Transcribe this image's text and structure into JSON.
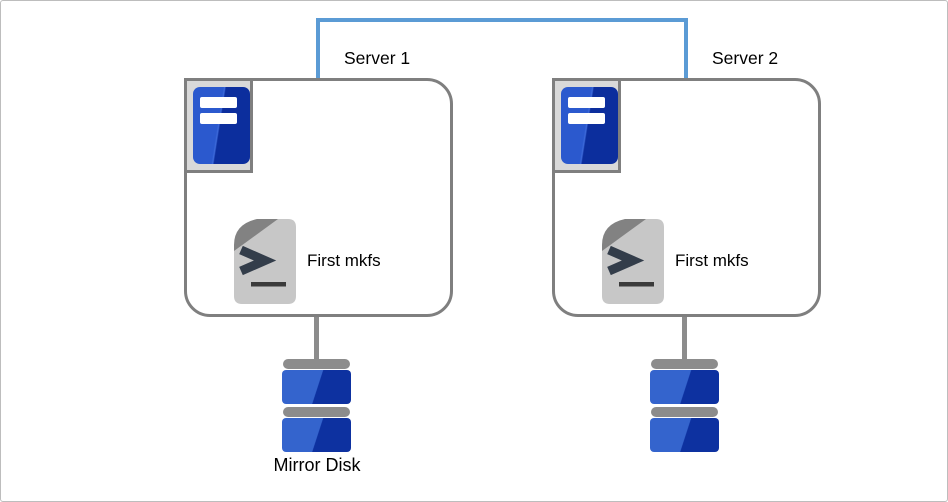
{
  "canvas": {
    "background": "#FFFFFF",
    "border_color": "#BDBDBD"
  },
  "connector": {
    "description": "interconnect link between Server 1 and Server 2",
    "color": "#5B9BD5"
  },
  "servers": [
    {
      "label": "Server 1",
      "command_label": "First mkfs",
      "disk_label": "Mirror Disk"
    },
    {
      "label": "Server 2",
      "command_label": "First mkfs"
    }
  ],
  "icons": {
    "server": "tower-server-icon",
    "command": "shell-script-icon",
    "disk": "disk-stack-icon"
  },
  "colors": {
    "box_border": "#7F7F7F",
    "connector_blue": "#5B9BD5",
    "disk_gray": "#8C8C8C",
    "disk_blue_light": "#3464CD",
    "disk_blue_dark": "#0D31A0",
    "server_blue_light": "#2B59CE",
    "server_blue_dark": "#0C2E9D",
    "script_body": "#C7C7C7",
    "script_fold": "#828282",
    "icon_frame_fill": "#D9D9D9"
  }
}
